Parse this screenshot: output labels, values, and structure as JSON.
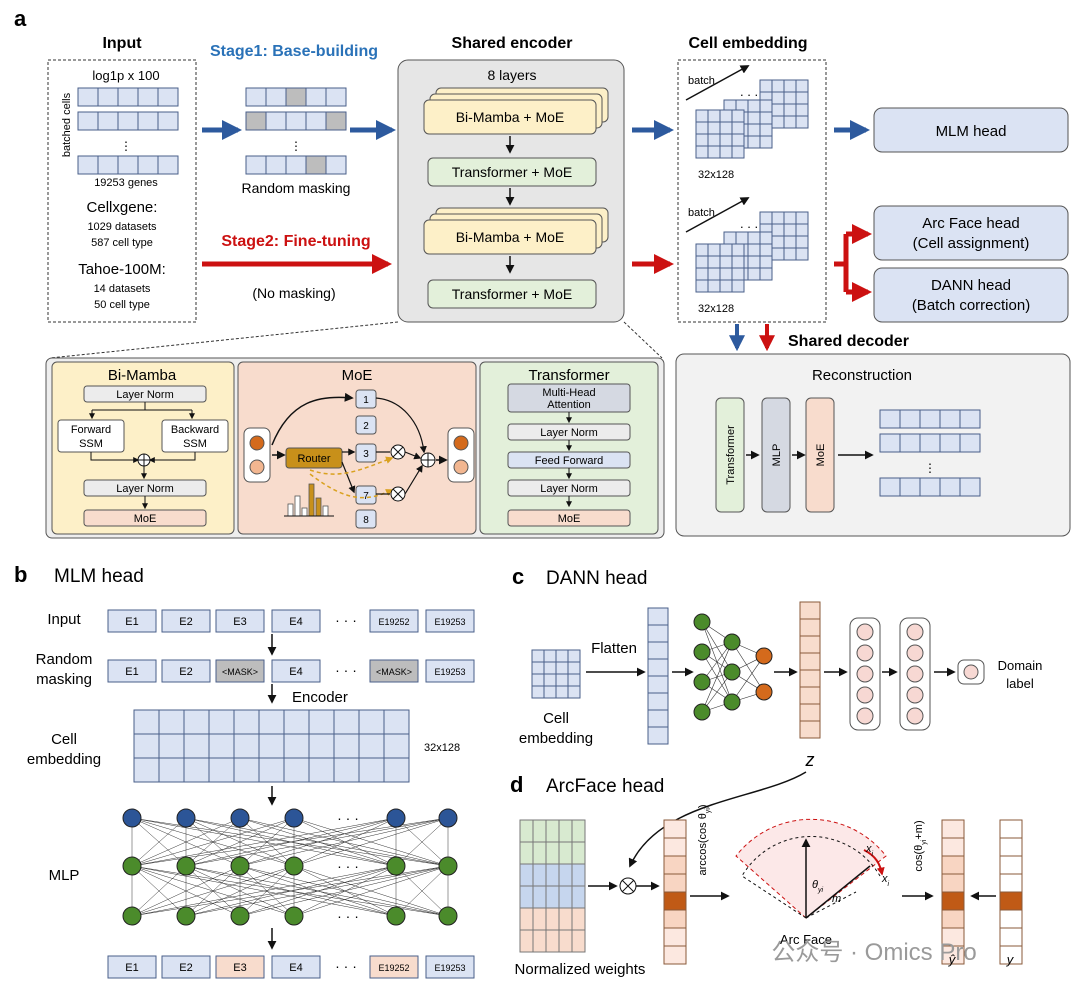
{
  "panel_a": {
    "letter": "a",
    "input": {
      "title": "Input",
      "top_label": "log1p x 100",
      "side_label": "batched cells",
      "genes": "19253 genes",
      "cellxgene": {
        "name": "Cellxgene:",
        "datasets": "1029 datasets",
        "cell_types": "587 cell type"
      },
      "tahoe": {
        "name": "Tahoe-100M:",
        "datasets": "14 datasets",
        "cell_types": "50 cell type"
      }
    },
    "stage1": "Stage1: Base-building",
    "random_masking": "Random masking",
    "stage2": "Stage2: Fine-tuning",
    "no_masking": "(No masking)",
    "encoder": {
      "title": "Shared encoder",
      "layers": "8 layers",
      "bimamba": "Bi-Mamba + MoE",
      "transformer": "Transformer + MoE"
    },
    "cell_embedding": {
      "title": "Cell embedding",
      "batch": "batch",
      "size": "32x128"
    },
    "heads": {
      "mlm": "MLM head",
      "arcface_1": "Arc Face head",
      "arcface_2": "(Cell assignment)",
      "dann_1": "DANN head",
      "dann_2": "(Batch correction)"
    },
    "decoder": {
      "title": "Shared decoder",
      "reconstruction": "Reconstruction",
      "transformer": "Transformer",
      "mlp": "MLP",
      "moe": "MoE"
    },
    "bimamba_detail": {
      "title": "Bi-Mamba",
      "layer_norm": "Layer Norm",
      "forward_1": "Forward",
      "forward_2": "SSM",
      "backward_1": "Backward",
      "backward_2": "SSM",
      "layer_norm_2": "Layer Norm",
      "moe": "MoE"
    },
    "moe_detail": {
      "title": "MoE",
      "router": "Router",
      "experts": [
        "1",
        "2",
        "3",
        "7",
        "8"
      ]
    },
    "transformer_detail": {
      "title": "Transformer",
      "mha_1": "Multi-Head",
      "mha_2": "Attention",
      "layer_norm": "Layer Norm",
      "feed_forward": "Feed Forward",
      "layer_norm_2": "Layer Norm",
      "moe": "MoE"
    }
  },
  "panel_b": {
    "letter": "b",
    "title": "MLM head",
    "input_label": "Input",
    "masking_label_1": "Random",
    "masking_label_2": "masking",
    "encoder_label": "Encoder",
    "embedding_label_1": "Cell",
    "embedding_label_2": "embedding",
    "embedding_size": "32x128",
    "mlp_label": "MLP",
    "dots": "· · ·",
    "input_tokens": [
      "E1",
      "E2",
      "E3",
      "E4",
      "E19252",
      "E19253"
    ],
    "masked_tokens": [
      "E1",
      "E2",
      "<MASK>",
      "E4",
      "<MASK>",
      "E19253"
    ],
    "output_tokens": [
      "E1",
      "E2",
      "E3",
      "E4",
      "E19252",
      "E19253"
    ]
  },
  "panel_c": {
    "letter": "c",
    "title": "DANN head",
    "flatten": "Flatten",
    "embedding_1": "Cell",
    "embedding_2": "embedding",
    "domain_1": "Domain",
    "domain_2": "label",
    "z_label": "z"
  },
  "panel_d": {
    "letter": "d",
    "title": "ArcFace head",
    "normalized_weights": "Normalized weights",
    "arccos": "arccos(cos θ",
    "arccos_sub": "yi",
    "theta": "θ",
    "theta_sub": "yi",
    "m": "m",
    "x_i": "x",
    "x_sub": "i",
    "arc_face": "Arc Face",
    "cos_label": "cos(θ",
    "cos_sub": "yi",
    "cos_end": "+m)",
    "y_hat": "ŷ",
    "y": "y"
  },
  "watermark": "公众号 · Omics Pro",
  "colors": {
    "blue_arrow": "#2d5a9e",
    "red_arrow": "#cc1111",
    "cell_blue": "#dbe3f3",
    "cell_stroke": "#4a5f8a",
    "mamba_fill": "#fdf0c8",
    "transformer_fill": "#e3f0da",
    "moe_fill": "#f8dccd",
    "head_fill": "#dbe3f3",
    "node_blue": "#2c5597",
    "node_green": "#4b8b2b",
    "node_orange": "#d46a1c"
  }
}
